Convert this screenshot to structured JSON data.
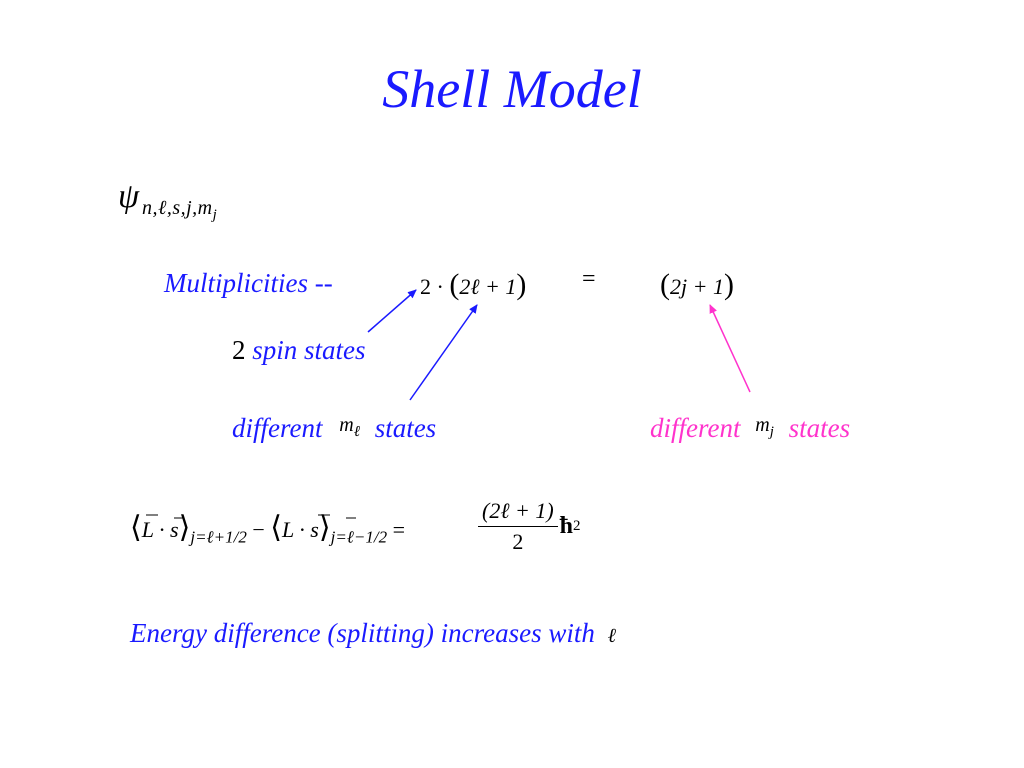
{
  "title": "Shell Model",
  "psi": {
    "symbol": "ψ",
    "subscript": "n,ℓ,s,j,m"
  },
  "psi_sub_j": "j",
  "multiplicities": {
    "label": "Multiplicities --",
    "left_expr_pre": "2 · ",
    "left_expr_open": "(",
    "left_expr_inner": "2ℓ + 1",
    "left_expr_close": ")",
    "equals": "=",
    "right_open": "(",
    "right_inner": "2j + 1",
    "right_close": ")"
  },
  "annotations": {
    "spin_number": "2",
    "spin_text": "spin states",
    "ml_pre": "different",
    "ml_sym": "m",
    "ml_sub": "ℓ",
    "ml_post": "states",
    "mj_pre": "different",
    "mj_sym": "m",
    "mj_sub": "j",
    "mj_post": "states"
  },
  "ls_equation": {
    "open1": "⟨",
    "term1": "L · s",
    "close1": "⟩",
    "sub1": "j=ℓ+1/2",
    "minus": " − ",
    "open2": "⟨",
    "term2": "L · s",
    "close2": "⟩",
    "sub2": "j=ℓ−1/2",
    "equals": " = ",
    "numerator": "(2ℓ + 1)",
    "denominator": "2",
    "hbar": "ħ",
    "hbar_power": "2"
  },
  "energy_text": "Energy difference (splitting) increases with",
  "energy_symbol": "ℓ",
  "colors": {
    "blue": "#1a1aff",
    "magenta": "#ff33cc"
  }
}
